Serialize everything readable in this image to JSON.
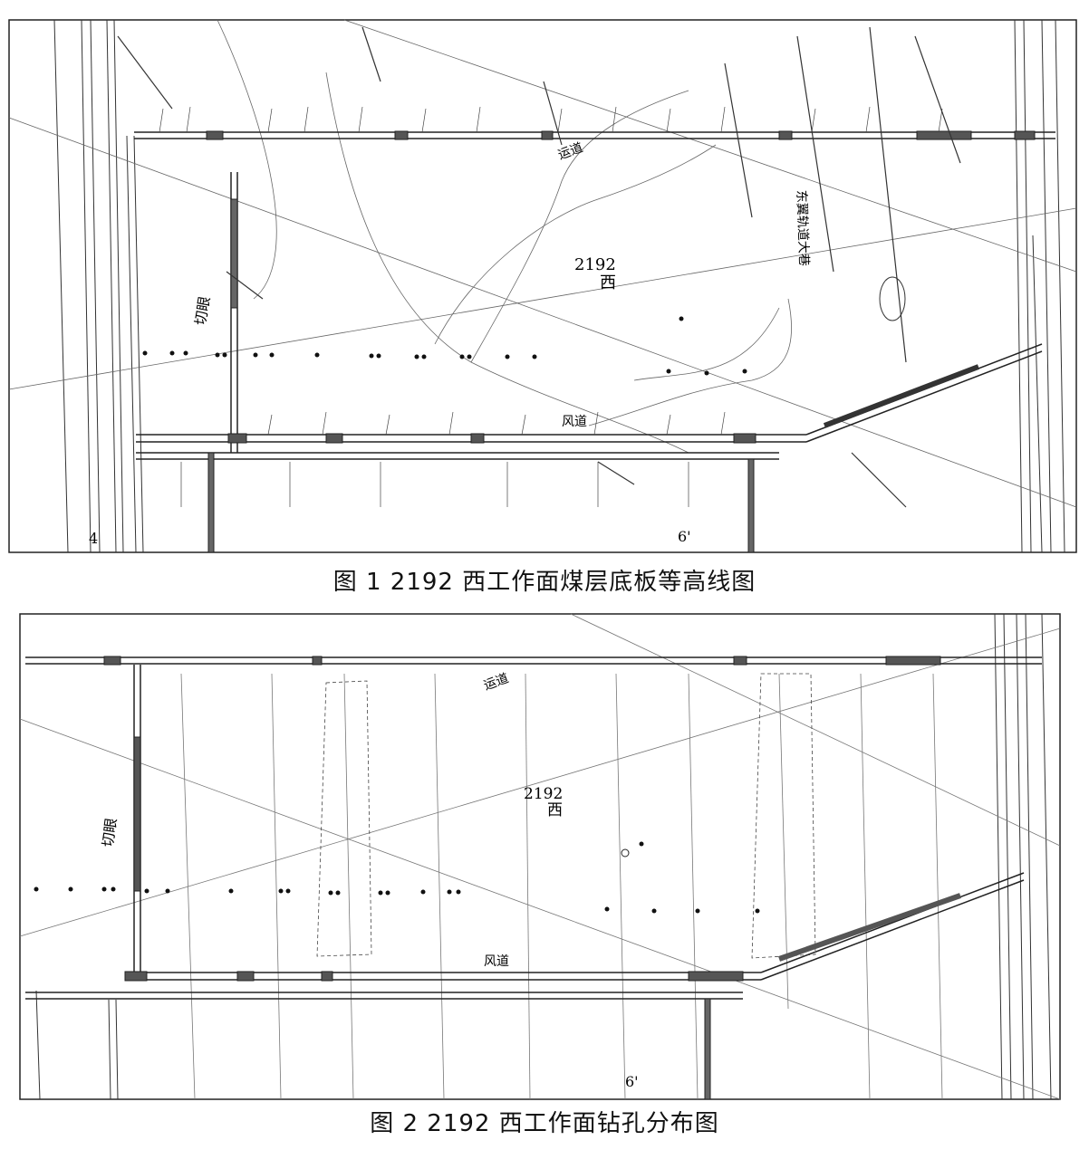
{
  "figure1": {
    "caption": "图 1   2192 西工作面煤层底板等高线图",
    "panel_label": "2192",
    "panel_label_suffix": "西",
    "haulage_road": "运道",
    "air_road": "风道",
    "cut_eye": "切眼",
    "fault_label": "6'",
    "left_marker": "4",
    "right_road": "东翼轨道大巷"
  },
  "figure2": {
    "caption": "图 2   2192 西工作面钻孔分布图",
    "panel_label": "2192",
    "panel_label_suffix": "西",
    "haulage_road": "运道",
    "air_road": "风道",
    "cut_eye": "切眼",
    "fault_label": "6'"
  }
}
